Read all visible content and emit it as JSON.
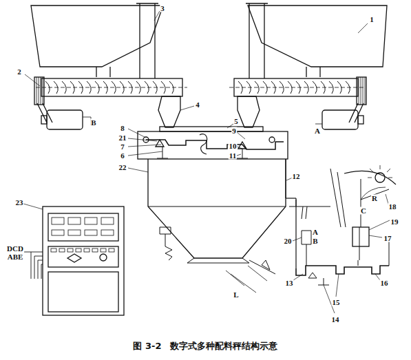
{
  "diagram": {
    "caption": "图 3-2　数字式多种配料秤结构示意",
    "labels": [
      "1",
      "2",
      "3",
      "4",
      "5",
      "6",
      "7",
      "8",
      "9",
      "10",
      "11",
      "12",
      "13",
      "14",
      "15",
      "16",
      "17",
      "18",
      "19",
      "20",
      "21",
      "22",
      "23",
      "B",
      "A",
      "A",
      "B",
      "R",
      "C",
      "L",
      "DCD",
      "ABE"
    ]
  }
}
